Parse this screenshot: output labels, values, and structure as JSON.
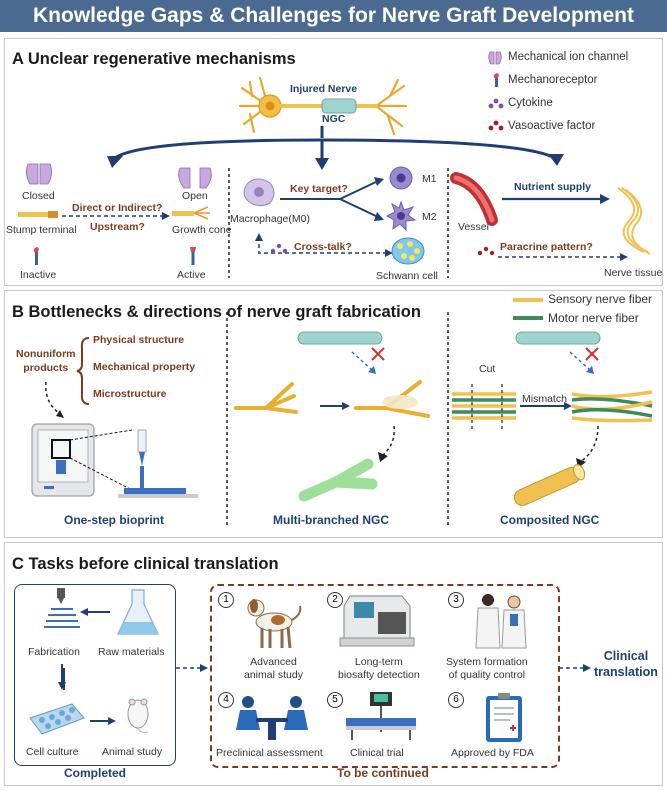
{
  "title": "Knowledge Gaps & Challenges for Nerve Graft Development",
  "colors": {
    "banner": "#4a6a91",
    "navy": "#1f3f72",
    "brown": "#7a3b1f",
    "sensory": "#f0c050",
    "motor": "#3f8a5a",
    "ngc": "#9fd3d0",
    "cytokine": "#7a52a8",
    "vasoactive": "#a02020"
  },
  "panelA": {
    "title": "A  Unclear regenerative mechanisms",
    "legend": [
      "Mechanical ion channel",
      "Mechanoreceptor",
      "Cytokine",
      "Vasoactive factor"
    ],
    "injured_nerve": "Injured Nerve",
    "ngc": "NGC",
    "closed": "Closed",
    "open": "Open",
    "direct": "Direct or Indirect?",
    "upstream": "Upstream?",
    "stump": "Stump terminal",
    "growth_cone": "Growth cone",
    "inactive": "Inactive",
    "active": "Active",
    "key_target": "Key target?",
    "macrophage": "Macrophage(M0)",
    "m1": "M1",
    "m2": "M2",
    "crosstalk": "Cross-talk?",
    "schwann": "Schwann cell",
    "vessel": "Vessel",
    "nutrient": "Nutrient supply",
    "paracrine": "Paracrine pattern?",
    "nerve_tissue": "Nerve tissue"
  },
  "panelB": {
    "title": "B  Bottlenecks & directions of nerve graft fabrication",
    "legend": [
      "Sensory nerve fiber",
      "Motor nerve fiber"
    ],
    "nonuniform": "Nonuniform\nproducts",
    "items": [
      "Physical structure",
      "Mechanical property",
      "Microstructure"
    ],
    "cut": "Cut",
    "mismatch": "Mismatch",
    "captions": [
      "One-step bioprint",
      "Multi-branched NGC",
      "Composited NGC"
    ]
  },
  "panelC": {
    "title": "C  Tasks before clinical translation",
    "completed": [
      "Fabrication",
      "Raw materials",
      "Cell culture",
      "Animal study"
    ],
    "completed_label": "Completed",
    "tasks": [
      {
        "num": "1",
        "label": "Advanced\nanimal study"
      },
      {
        "num": "2",
        "label": "Long-term\nbiosafty detection"
      },
      {
        "num": "3",
        "label": "System formation\nof quality control"
      },
      {
        "num": "4",
        "label": "Preclinical assessment"
      },
      {
        "num": "5",
        "label": "Clinical trial"
      },
      {
        "num": "6",
        "label": "Approved by FDA"
      }
    ],
    "continued_label": "To be continued",
    "clinical": "Clinical\ntranslation"
  }
}
